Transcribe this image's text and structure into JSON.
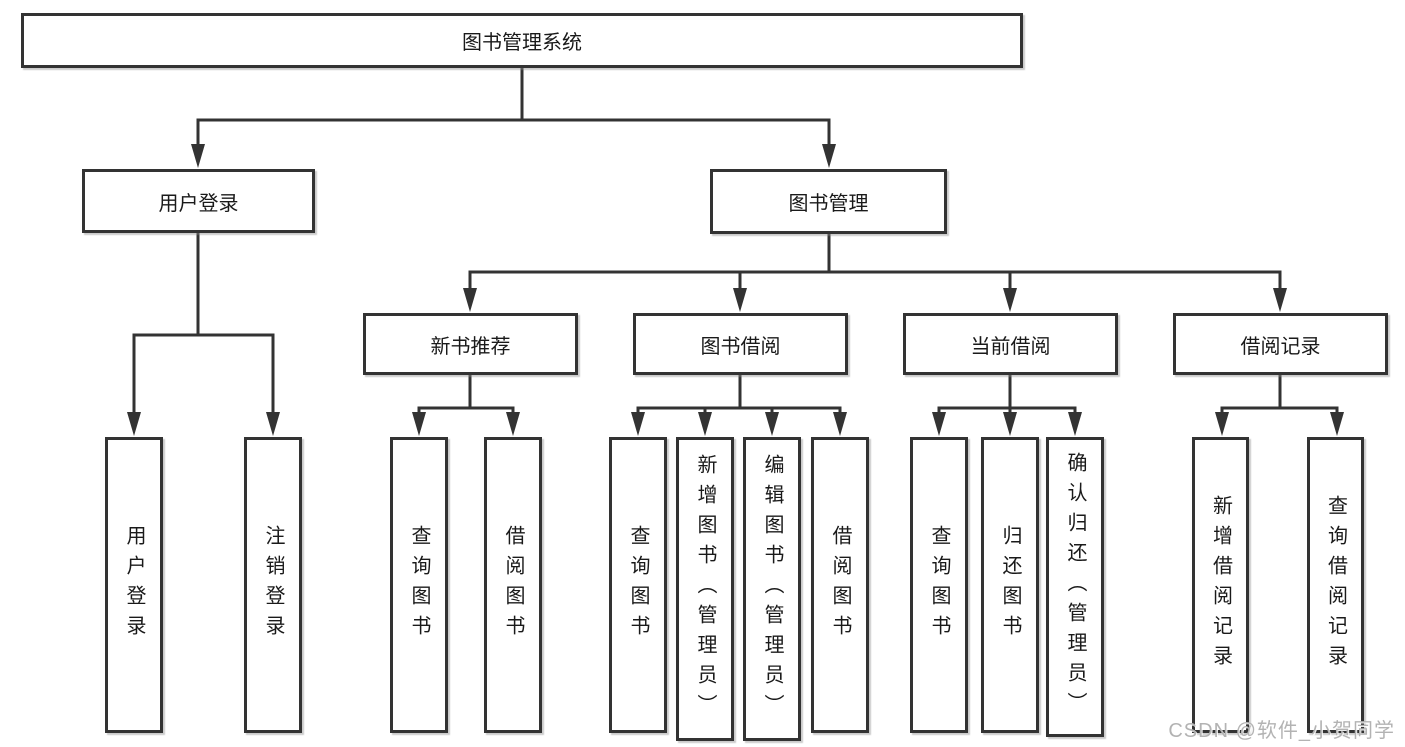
{
  "diagram": {
    "root": {
      "label": "图书管理系统"
    },
    "branches": [
      {
        "label": "用户登录",
        "children": [
          {
            "label": "用户登录"
          },
          {
            "label": "注销登录"
          }
        ]
      },
      {
        "label": "图书管理",
        "children": [
          {
            "label": "新书推荐",
            "children": [
              {
                "label": "查询图书"
              },
              {
                "label": "借阅图书"
              }
            ]
          },
          {
            "label": "图书借阅",
            "children": [
              {
                "label": "查询图书"
              },
              {
                "label": "新增图书（管理员）"
              },
              {
                "label": "编辑图书（管理员）"
              },
              {
                "label": "借阅图书"
              }
            ]
          },
          {
            "label": "当前借阅",
            "children": [
              {
                "label": "查询图书"
              },
              {
                "label": "归还图书"
              },
              {
                "label": "确认归还（管理员）"
              }
            ]
          },
          {
            "label": "借阅记录",
            "children": [
              {
                "label": "新增借阅记录"
              },
              {
                "label": "查询借阅记录"
              }
            ]
          }
        ]
      }
    ]
  },
  "watermark": {
    "text": "CSDN @软件_小贺同学"
  },
  "colors": {
    "line": "#333333",
    "box_border": "#333333",
    "text": "#1a1a1a",
    "watermark": "#b3b3b3",
    "background": "#ffffff"
  }
}
